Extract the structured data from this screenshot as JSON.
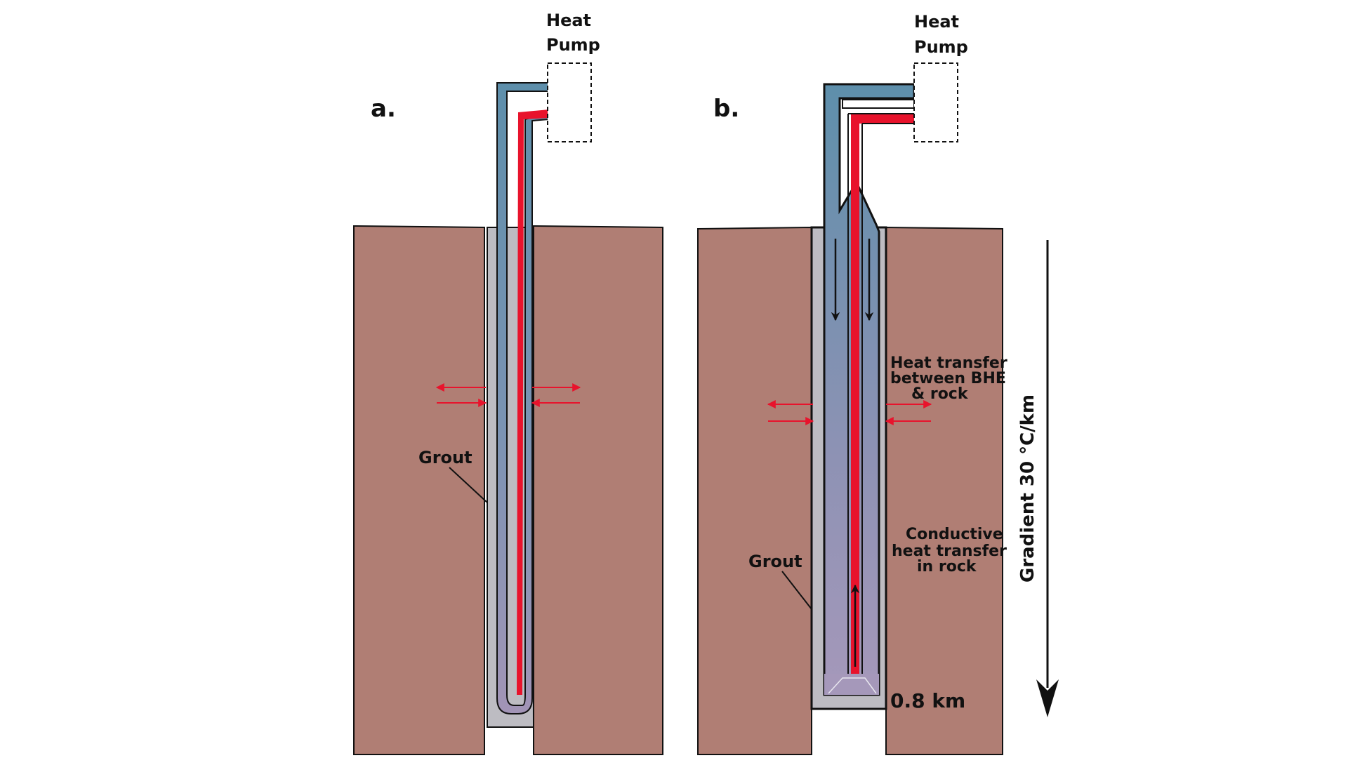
{
  "panel_a": {
    "label": "a.",
    "heat_pump_label_1": "Heat",
    "heat_pump_label_2": "Pump",
    "grout_label": "Grout"
  },
  "panel_b": {
    "label": "b.",
    "heat_pump_label_1": "Heat",
    "heat_pump_label_2": "Pump",
    "grout_label": "Grout",
    "heat_transfer_label": [
      "Heat transfer",
      "between BHE",
      "& rock"
    ],
    "conductive_label": [
      "Conductive",
      "heat transfer",
      "in rock"
    ],
    "depth_label": "0.8 km",
    "gradient_label": "Gradient 30 °C/km"
  },
  "colors": {
    "rock": "#b07e74",
    "grout": "#bdbcc2",
    "cold_pipe": "#5e8fab",
    "hot_pipe": "#e8132c",
    "bottom_fluid": "#9b93b6",
    "arrow_red": "#e8132c",
    "outline": "#111111"
  }
}
